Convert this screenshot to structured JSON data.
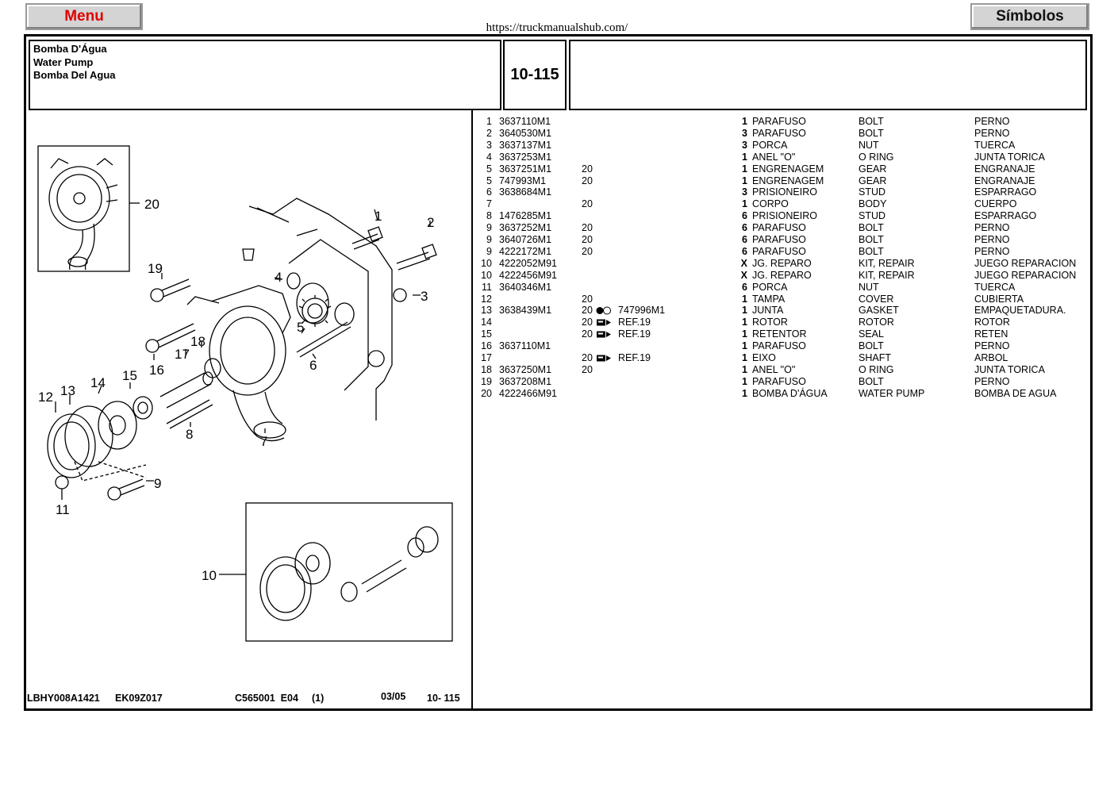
{
  "header": {
    "menu_label": "Menu",
    "symbols_label": "Símbolos",
    "url": "https://truckmanualshub.com/"
  },
  "title": {
    "pt": "Bomba D'Água",
    "en": "Water Pump",
    "es": "Bomba Del Agua",
    "code": "10-115"
  },
  "footer": {
    "ref1": "LBHY008A1421",
    "ref2": "EK09Z017",
    "ref3": "C565001  E04",
    "ref4": "(1)",
    "date": "03/05",
    "page": "10- 115"
  },
  "diagram_callouts": [
    "1",
    "2",
    "3",
    "4",
    "5",
    "6",
    "7",
    "8",
    "9",
    "10",
    "11",
    "12",
    "13",
    "14",
    "15",
    "16",
    "17",
    "18",
    "19",
    "20"
  ],
  "parts": [
    {
      "no": "1",
      "part": "3637110M1",
      "serial": "",
      "sym": "",
      "ref": "",
      "qty": "1",
      "pt": "PARAFUSO",
      "en": "BOLT",
      "es": "PERNO"
    },
    {
      "no": "2",
      "part": "3640530M1",
      "serial": "",
      "sym": "",
      "ref": "",
      "qty": "3",
      "pt": "PARAFUSO",
      "en": "BOLT",
      "es": "PERNO"
    },
    {
      "no": "3",
      "part": "3637137M1",
      "serial": "",
      "sym": "",
      "ref": "",
      "qty": "3",
      "pt": "PORCA",
      "en": "NUT",
      "es": "TUERCA"
    },
    {
      "no": "4",
      "part": "3637253M1",
      "serial": "",
      "sym": "",
      "ref": "",
      "qty": "1",
      "pt": "ANEL \"O\"",
      "en": "O RING",
      "es": "JUNTA TORICA"
    },
    {
      "no": "5",
      "part": "3637251M1",
      "serial": "20",
      "sym": "",
      "ref": "",
      "qty": "1",
      "pt": "ENGRENAGEM",
      "en": "GEAR",
      "es": "ENGRANAJE"
    },
    {
      "no": "5",
      "part": "747993M1",
      "serial": "20",
      "sym": "",
      "ref": "",
      "qty": "1",
      "pt": "ENGRENAGEM",
      "en": "GEAR",
      "es": "ENGRANAJE"
    },
    {
      "no": "6",
      "part": "3638684M1",
      "serial": "",
      "sym": "",
      "ref": "",
      "qty": "3",
      "pt": "PRISIONEIRO",
      "en": "STUD",
      "es": "ESPARRAGO"
    },
    {
      "no": "7",
      "part": "",
      "serial": "20",
      "sym": "",
      "ref": "",
      "qty": "1",
      "pt": "CORPO",
      "en": "BODY",
      "es": "CUERPO"
    },
    {
      "no": "8",
      "part": "1476285M1",
      "serial": "",
      "sym": "",
      "ref": "",
      "qty": "6",
      "pt": "PRISIONEIRO",
      "en": "STUD",
      "es": "ESPARRAGO"
    },
    {
      "no": "9",
      "part": "3637252M1",
      "serial": "20",
      "sym": "",
      "ref": "",
      "qty": "6",
      "pt": "PARAFUSO",
      "en": "BOLT",
      "es": "PERNO"
    },
    {
      "no": "9",
      "part": "3640726M1",
      "serial": "20",
      "sym": "",
      "ref": "",
      "qty": "6",
      "pt": "PARAFUSO",
      "en": "BOLT",
      "es": "PERNO"
    },
    {
      "no": "9",
      "part": "4222172M1",
      "serial": "20",
      "sym": "",
      "ref": "",
      "qty": "6",
      "pt": "PARAFUSO",
      "en": "BOLT",
      "es": "PERNO"
    },
    {
      "no": "10",
      "part": "4222052M91",
      "serial": "",
      "sym": "",
      "ref": "",
      "qty": "X",
      "pt": "JG. REPARO",
      "en": "KIT, REPAIR",
      "es": "JUEGO REPARACION"
    },
    {
      "no": "10",
      "part": "4222456M91",
      "serial": "",
      "sym": "",
      "ref": "",
      "qty": "X",
      "pt": "JG. REPARO",
      "en": "KIT, REPAIR",
      "es": "JUEGO REPARACION"
    },
    {
      "no": "11",
      "part": "3640346M1",
      "serial": "",
      "sym": "",
      "ref": "",
      "qty": "6",
      "pt": "PORCA",
      "en": "NUT",
      "es": "TUERCA"
    },
    {
      "no": "12",
      "part": "",
      "serial": "20",
      "sym": "",
      "ref": "",
      "qty": "1",
      "pt": "TAMPA",
      "en": "COVER",
      "es": "CUBIERTA"
    },
    {
      "no": "13",
      "part": "3638439M1",
      "serial": "20",
      "sym": "alt",
      "ref": "747996M1",
      "qty": "1",
      "pt": "JUNTA",
      "en": "GASKET",
      "es": "EMPAQUETADURA."
    },
    {
      "no": "14",
      "part": "",
      "serial": "20",
      "sym": "ref",
      "ref": "REF.19",
      "qty": "1",
      "pt": "ROTOR",
      "en": "ROTOR",
      "es": "ROTOR"
    },
    {
      "no": "15",
      "part": "",
      "serial": "20",
      "sym": "ref",
      "ref": "REF.19",
      "qty": "1",
      "pt": "RETENTOR",
      "en": "SEAL",
      "es": "RETEN"
    },
    {
      "no": "16",
      "part": "3637110M1",
      "serial": "",
      "sym": "",
      "ref": "",
      "qty": "1",
      "pt": "PARAFUSO",
      "en": "BOLT",
      "es": "PERNO"
    },
    {
      "no": "17",
      "part": "",
      "serial": "20",
      "sym": "ref",
      "ref": "REF.19",
      "qty": "1",
      "pt": "EIXO",
      "en": "SHAFT",
      "es": "ARBOL"
    },
    {
      "no": "18",
      "part": "3637250M1",
      "serial": "20",
      "sym": "",
      "ref": "",
      "qty": "1",
      "pt": "ANEL \"O\"",
      "en": "O RING",
      "es": "JUNTA TORICA"
    },
    {
      "no": "19",
      "part": "3637208M1",
      "serial": "",
      "sym": "",
      "ref": "",
      "qty": "1",
      "pt": "PARAFUSO",
      "en": "BOLT",
      "es": "PERNO"
    },
    {
      "no": "20",
      "part": "4222466M91",
      "serial": "",
      "sym": "",
      "ref": "",
      "qty": "1",
      "pt": "BOMBA D'ÁGUA",
      "en": "WATER PUMP",
      "es": "BOMBA DE AGUA"
    }
  ]
}
